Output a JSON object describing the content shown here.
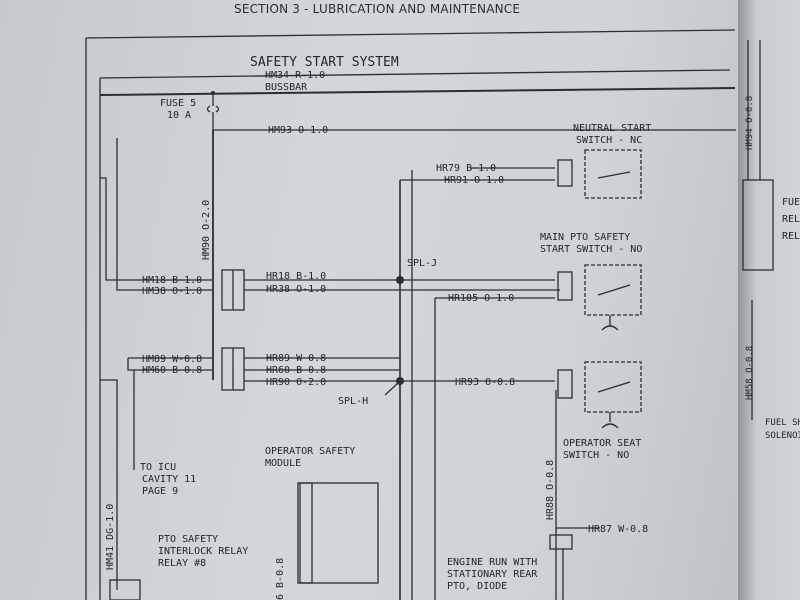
{
  "header": {
    "section": "SECTION 3 - LUBRICATION AND MAINTENANCE"
  },
  "diagram": {
    "title": "SAFETY START SYSTEM",
    "bus_wire": "HM34 R-1.0",
    "bus_label": "BUSSBAR",
    "fuse_name": "FUSE 5",
    "fuse_rating": "10 A",
    "vertical_wire": "HM90 O-2.0",
    "hm41_wire": "HM41 DG-1.0",
    "hm88_wire": "HR88 O-0.8",
    "b6_wire": "6 B-0.8",
    "right_edge_wires": "HM94 O-0.8",
    "right_edge_wires2": "HM58 O-0.8",
    "wires_left": [
      "HM93 O-1.0",
      "HM18 B-1.0",
      "HM38 O-1.0",
      "HM89 W-0.8",
      "HM60 B-0.8"
    ],
    "wires_mid": [
      "HR18 B-1.0",
      "HR38 O-1.0",
      "HR89 W-0.8",
      "HR60 B-0.8",
      "HR90 O-2.0"
    ],
    "wires_right": [
      "HR79 B-1.0",
      "HR91 O-1.0",
      "HR105 O-1.0",
      "HR93 O-0.8",
      "HR87 W-0.8"
    ],
    "splices": [
      "SPL-J",
      "SPL-H"
    ],
    "neutral_switch": [
      "NEUTRAL START",
      "SWITCH - NC"
    ],
    "pto_switch": [
      "MAIN PTO SAFETY",
      "START SWITCH - NO"
    ],
    "seat_switch": [
      "OPERATOR SEAT",
      "SWITCH - NO"
    ],
    "module": [
      "OPERATOR SAFETY",
      "MODULE"
    ],
    "icu": [
      "TO ICU",
      "CAVITY 11",
      "PAGE 9"
    ],
    "relay": [
      "PTO SAFETY",
      "INTERLOCK RELAY",
      "RELAY #8"
    ],
    "engine": [
      "ENGINE RUN WITH",
      "STATIONARY REAR",
      "PTO, DIODE"
    ],
    "right_page_text": [
      "FUE",
      "REL",
      "REL",
      "FUEL SH",
      "SOLENOI"
    ]
  }
}
